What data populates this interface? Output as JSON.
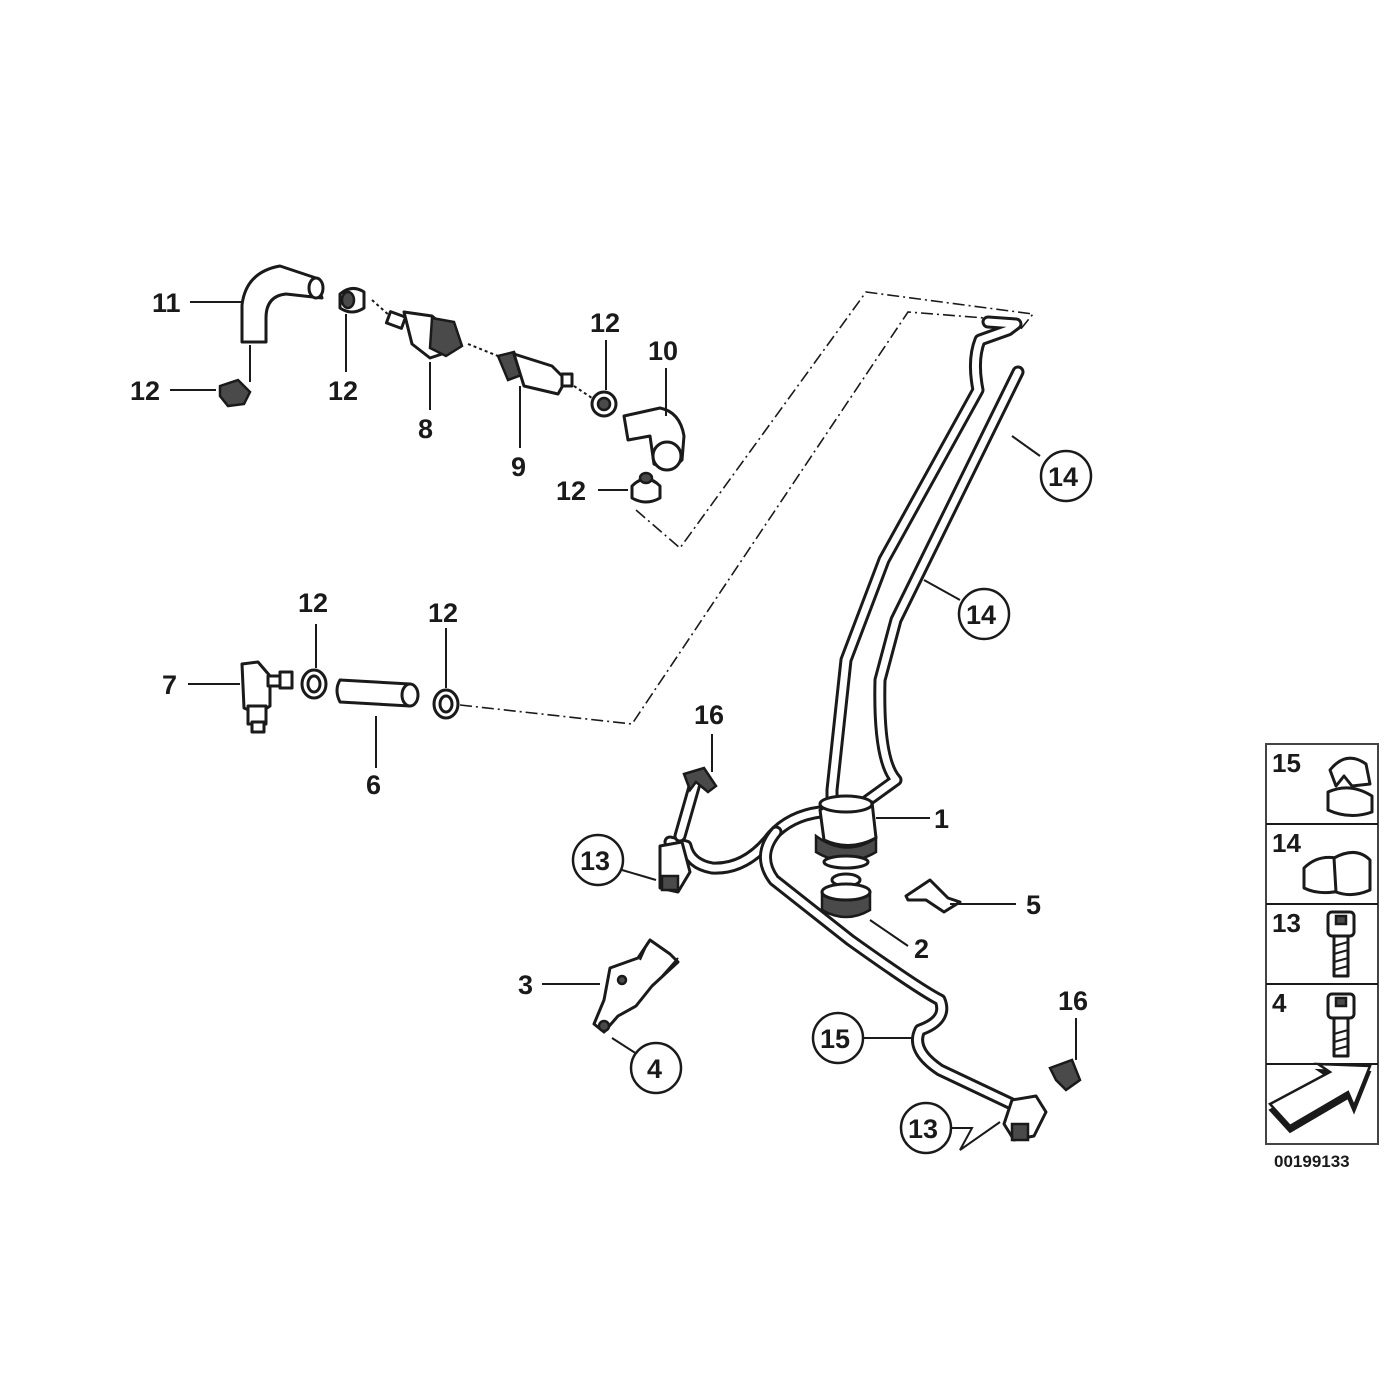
{
  "labels": {
    "l11": "11",
    "l12a": "12",
    "l12b": "12",
    "l8": "8",
    "l9": "9",
    "l12c": "12",
    "l10": "10",
    "l12d": "12",
    "l14a": "14",
    "l14b": "14",
    "l12e": "12",
    "l12f": "12",
    "l7": "7",
    "l6": "6",
    "l16a": "16",
    "l1": "1",
    "l13a": "13",
    "l5": "5",
    "l2": "2",
    "l3": "3",
    "l4": "4",
    "l15": "15",
    "l16b": "16",
    "l13b": "13"
  },
  "legend": {
    "items": [
      {
        "label": "15",
        "icon": "clip-icon"
      },
      {
        "label": "14",
        "icon": "clamp-icon"
      },
      {
        "label": "13",
        "icon": "bolt-icon"
      },
      {
        "label": "4",
        "icon": "bolt-small-icon"
      }
    ],
    "arrow_icon": "direction-arrow-icon"
  },
  "diagram_code": "00199133"
}
